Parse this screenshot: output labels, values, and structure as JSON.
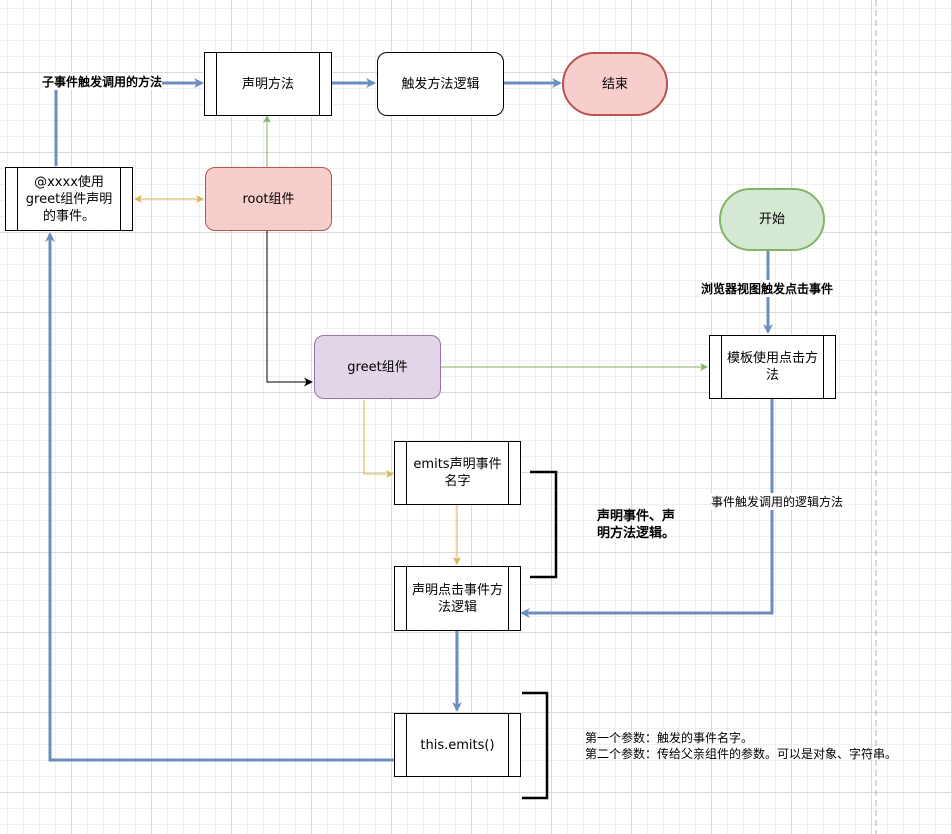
{
  "nodes": {
    "declare_method": "声明方法",
    "trigger_logic": "触发方法逻辑",
    "end": "结束",
    "at_xxxx": "@xxxx使用greet组件声明的事件。",
    "root": "root组件",
    "start": "开始",
    "greet": "greet组件",
    "template_click": "模板使用点击方法",
    "emits_declare": "emits声明事件名字",
    "click_logic": "声明点击事件方法逻辑",
    "this_emits": "this.emits()"
  },
  "labels": {
    "child_event": "子事件触发调用的方法",
    "browser_click": "浏览器视图触发点击事件",
    "event_trigger_method": "事件触发调用的逻辑方法",
    "declare_summary": "声明事件、声明方法逻辑。",
    "param1": "第一个参数：触发的事件名字。",
    "param2": "第二个参数：传给父亲组件的参数。可以是对象、字符串。"
  },
  "colors": {
    "blue_arrow": "#6c8ebf",
    "green_line": "#82b366",
    "yellow_line": "#d6b656",
    "red_fill": "#f8cecc",
    "red_stroke": "#b85450",
    "green_fill": "#d5e8d4",
    "purple_fill": "#e1d5e7",
    "purple_stroke": "#9673a6"
  }
}
